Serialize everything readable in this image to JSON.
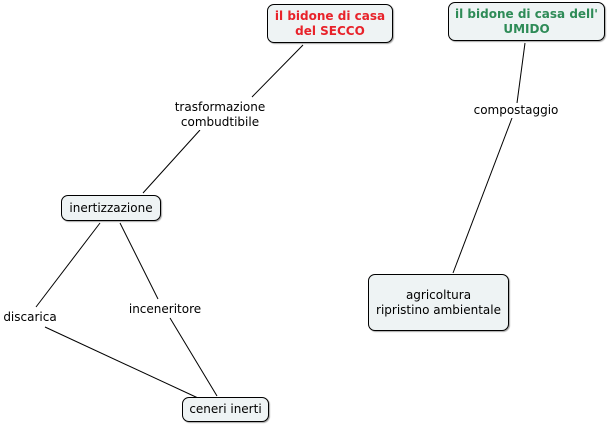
{
  "concepts": {
    "secco": {
      "line1": "il bidone di casa",
      "line2": "del SECCO",
      "color": "#e8222a"
    },
    "umido": {
      "line1": "il bidone di casa dell'",
      "line2": "UMIDO",
      "color": "#2e8b57"
    },
    "inertizzazione": {
      "text": "inertizzazione"
    },
    "agricoltura": {
      "line1": "agricoltura",
      "line2": "ripristino ambientale"
    },
    "ceneri": {
      "text": "ceneri inerti"
    }
  },
  "linking_phrases": {
    "trasformazione": {
      "line1": "trasformazione",
      "line2": "combudtibile"
    },
    "compostaggio": {
      "text": "compostaggio"
    },
    "discarica": {
      "text": "discarica"
    },
    "inceneritore": {
      "text": "inceneritore"
    }
  }
}
